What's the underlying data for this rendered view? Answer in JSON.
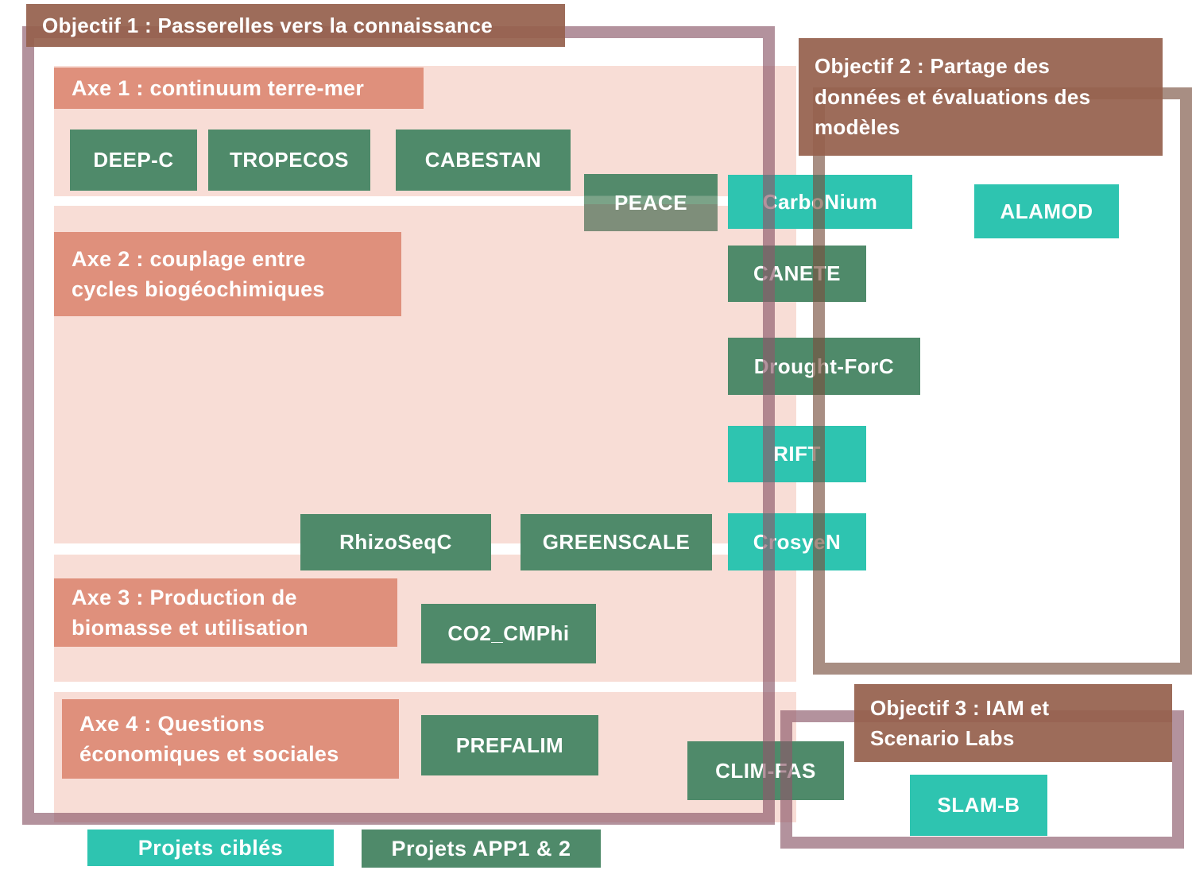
{
  "objectives": [
    {
      "title": "Objectif 1 : Passerelles vers la connaissance",
      "lines": [
        "Objectif 1 : Passerelles vers la connaissance"
      ]
    },
    {
      "title": "Objectif 2 : Partage des données et évaluations des modèles",
      "lines": [
        "Objectif 2 : Partage des",
        "données et évaluations des",
        "modèles"
      ]
    },
    {
      "title": "Objectif 3 : IAM et Scenario Labs",
      "lines": [
        "Objectif 3 : IAM et",
        "Scenario Labs"
      ]
    }
  ],
  "axes": [
    {
      "title": "Axe 1 : continuum terre-mer",
      "lines": [
        "Axe 1 : continuum terre-mer"
      ]
    },
    {
      "title": "Axe 2 : couplage entre cycles biogéochimiques",
      "lines": [
        "Axe 2 : couplage entre",
        "cycles biogéochimiques"
      ]
    },
    {
      "title": "Axe 3 : Production de biomasse et utilisation",
      "lines": [
        "Axe 3 : Production de",
        "biomasse et utilisation"
      ]
    },
    {
      "title": "Axe 4 : Questions économiques et sociales",
      "lines": [
        "Axe 4 : Questions",
        "économiques et sociales"
      ]
    }
  ],
  "projects": [
    {
      "label": "DEEP-C",
      "category": "app"
    },
    {
      "label": "TROPECOS",
      "category": "app"
    },
    {
      "label": "CABESTAN",
      "category": "app"
    },
    {
      "label": "PEACE",
      "category": "app"
    },
    {
      "label": "CarboNium",
      "category": "targeted"
    },
    {
      "label": "ALAMOD",
      "category": "targeted"
    },
    {
      "label": "CANETE",
      "category": "app"
    },
    {
      "label": "Drought-ForC",
      "category": "app"
    },
    {
      "label": "RIFT",
      "category": "targeted"
    },
    {
      "label": "RhizoSeqC",
      "category": "app"
    },
    {
      "label": "GREENSCALE",
      "category": "app"
    },
    {
      "label": "CrosyeN",
      "category": "targeted"
    },
    {
      "label": "CO2_CMPhi",
      "category": "app"
    },
    {
      "label": "PREFALIM",
      "category": "app"
    },
    {
      "label": "CLIM-FAS",
      "category": "app"
    },
    {
      "label": "SLAM-B",
      "category": "targeted"
    }
  ],
  "legend": [
    {
      "label": "Projets ciblés",
      "category": "targeted"
    },
    {
      "label": "Projets APP1 & 2",
      "category": "app"
    }
  ],
  "colors": {
    "pink-bg": "#f8ddd6",
    "salmon": "#df907c",
    "green": "#4f8a6a",
    "teal": "#2ec4b0",
    "header-brown": "rgba(150,97,78,0.93)",
    "frame-brown": "rgba(122,82,64,0.65)",
    "frame-mauve": "rgba(140,90,106,0.66)",
    "peace-top": "#538a6b",
    "peace-mid": "#7ba388",
    "peace-bottom": "#7e8e7a",
    "text": "#ffffff"
  }
}
